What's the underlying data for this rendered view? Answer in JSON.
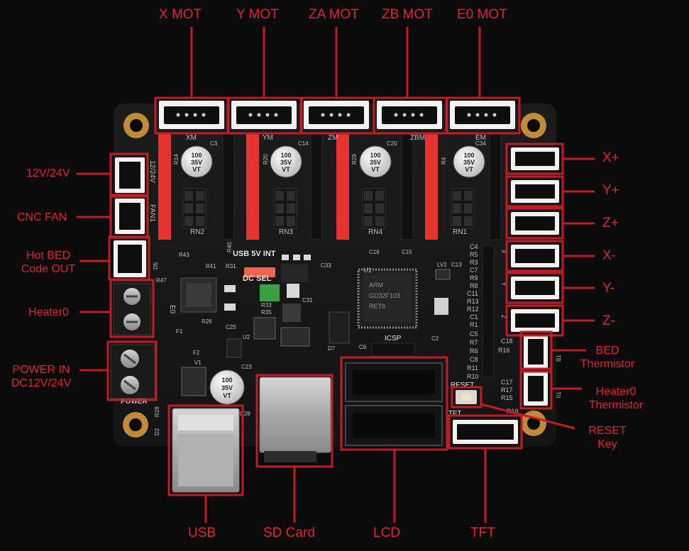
{
  "labels": {
    "top": [
      "X MOT",
      "Y MOT",
      "ZA MOT",
      "ZB MOT",
      "E0 MOT"
    ],
    "left": {
      "pwr_select": "12V/24V",
      "cnc_fan": "CNC FAN",
      "hot_bed_1": "Hot BED",
      "hot_bed_2": "Code OUT",
      "heater0": "Heater0",
      "power_in_1": "POWER IN",
      "power_in_2": "DC12V/24V"
    },
    "right": {
      "endstops": [
        "X+",
        "Y+",
        "Z+",
        "X-",
        "Y-",
        "Z-"
      ],
      "bed_therm_1": "BED",
      "bed_therm_2": "Thermistor",
      "heater_therm_1": "Heater0",
      "heater_therm_2": "Thermistor",
      "reset_1": "RESET",
      "reset_2": "Key"
    },
    "bottom": [
      "USB",
      "SD Card",
      "LCD",
      "TFT"
    ]
  },
  "silkscreen": {
    "drivers": [
      "XM",
      "YM",
      "ZM",
      "ZBM",
      "EM"
    ],
    "rn": [
      "RN2",
      "RN3",
      "RN4",
      "RN1"
    ],
    "caps": [
      "C3",
      "C14",
      "C20",
      "C34"
    ],
    "res": [
      "R14",
      "R20",
      "R29",
      "R4"
    ],
    "cap_text": [
      "100",
      "35V",
      "VT"
    ],
    "usb_int": "USB 5V INT",
    "dc_sel": "DC SEL",
    "icsp": "ICSP",
    "reset_btn": "RESET",
    "tft": "TFT",
    "power": "POWER",
    "fan1": "FAN1",
    "pwr_12_24": "12/24V",
    "e0": "E0",
    "u1": "U1",
    "mcu_lines": [
      "ARM",
      "GD32F103",
      "RET6"
    ],
    "big_cap": [
      "100",
      "35V",
      "VT"
    ],
    "sg_top": [
      "C4",
      "R5",
      "R3",
      "C7",
      "R9",
      "R8",
      "C11",
      "R13",
      "R12",
      "C1"
    ],
    "sg_bot": [
      "R1",
      "C5",
      "R7",
      "R6",
      "C8",
      "R11",
      "R10"
    ],
    "right_small": [
      "C18",
      "R16",
      "C17",
      "R17",
      "R15",
      "R19"
    ],
    "smd_misc": [
      "R43",
      "R47",
      "R31",
      "R40",
      "R41",
      "C16",
      "C15",
      "C33",
      "C31",
      "R33",
      "R35",
      "R26",
      "C25",
      "U2",
      "C23",
      "C28",
      "R28",
      "D2",
      "D7",
      "C6",
      "C2",
      "F1",
      "F2",
      "D5",
      "V1",
      "LV2",
      "C13"
    ],
    "pad_texts": [
      "T0",
      "TB",
      "X",
      "Y",
      "Z"
    ]
  }
}
